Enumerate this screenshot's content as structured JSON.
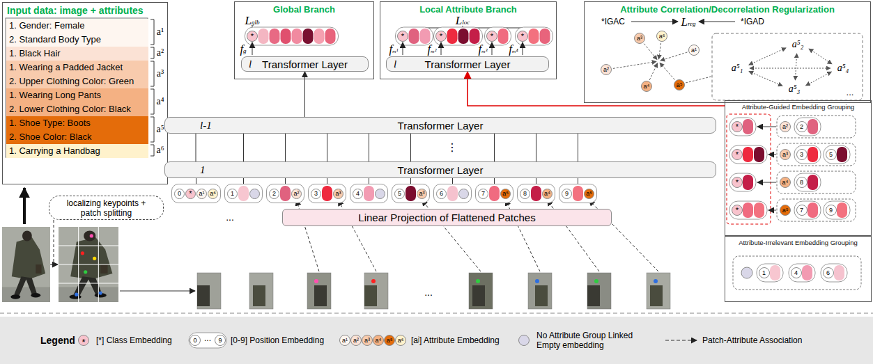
{
  "diagram": {
    "nodes": [
      {
        "text": [
          "Input data: image + attributes"
        ]
      },
      {
        "text": [
          "1. Gender: Female",
          "2. Standard Body Type"
        ],
        "in": 0
      },
      {
        "text": [
          "1. Black Hair"
        ],
        "in": 0
      },
      {
        "text": [
          "1. Wearing a Padded Jacket",
          "2. Upper Clothing Color: Green"
        ],
        "in": 0
      },
      {
        "text": [
          "1. Wearing Long Pants",
          "2. Lower Clothing Color: Black"
        ],
        "in": 0
      },
      {
        "text": [
          "1. Shoe Type: Boots",
          "2. Shoe Color: Black"
        ],
        "in": 0
      },
      {
        "text": [
          "1. Carrying a Handbag"
        ],
        "in": 0
      },
      {
        "text": [
          "localizing keypoints + patch splitting"
        ]
      },
      {
        "text": [
          "Global Branch"
        ]
      },
      {
        "text": [
          "l",
          "Transformer Layer"
        ],
        "in": 8
      },
      {
        "text": [
          "Local Attribute Branch"
        ]
      },
      {
        "text": [
          "l",
          "Transformer Layer"
        ],
        "in": 10
      },
      {
        "text": [
          "Attribute Correlation/Decorrelation Regularization"
        ]
      },
      {
        "text": [
          "l-1",
          "Transformer Layer"
        ]
      },
      {
        "text": [
          "1",
          "Transformer Layer"
        ]
      },
      {
        "text": [
          "Linear Projection of Flattened Patches"
        ]
      },
      {
        "text": [
          "0",
          "*",
          "a¹",
          "a⁶"
        ]
      },
      {
        "text": [
          "1"
        ]
      },
      {
        "text": [
          "2",
          "a²"
        ]
      },
      {
        "text": [
          "3",
          "a³"
        ]
      },
      {
        "text": [
          "4"
        ]
      },
      {
        "text": [
          "5",
          "a³"
        ]
      },
      {
        "text": [
          "6"
        ]
      },
      {
        "text": [
          "7",
          "a⁵"
        ]
      },
      {
        "text": [
          "8",
          "a⁴"
        ]
      },
      {
        "text": [
          "9",
          "a⁵"
        ]
      },
      {
        "text": [
          "Attribute-Guided Embedding Grouping"
        ]
      },
      {
        "text": [
          "Attribute-Irrelevant Embedding Grouping"
        ]
      },
      {
        "text": [
          "Legend"
        ]
      }
    ],
    "edges": [
      {
        "from": 16,
        "to": 14,
        "arrow": "none"
      },
      {
        "from": 17,
        "to": 14,
        "arrow": "none"
      },
      {
        "from": 18,
        "to": 14,
        "arrow": "none"
      },
      {
        "from": 19,
        "to": 14,
        "arrow": "none"
      },
      {
        "from": 20,
        "to": 14,
        "arrow": "none"
      },
      {
        "from": 21,
        "to": 14,
        "arrow": "none"
      },
      {
        "from": 22,
        "to": 14,
        "arrow": "none"
      },
      {
        "from": 23,
        "to": 14,
        "arrow": "none"
      },
      {
        "from": 24,
        "to": 14,
        "arrow": "none"
      },
      {
        "from": 25,
        "to": 14,
        "arrow": "none"
      },
      {
        "from": 14,
        "to": 13,
        "arrow": "none"
      },
      {
        "from": 13,
        "to": 9,
        "arrow": "to"
      },
      {
        "from": 26,
        "to": 11,
        "arrow": "to"
      }
    ],
    "labels": [
      "a¹",
      "a²",
      "a³",
      "a⁴",
      "a⁵",
      "a⁶",
      "Lglb",
      "*",
      "fg",
      "Lloc",
      "*",
      "*",
      "*",
      "*",
      "fₘ¹",
      "fₘ²",
      "fₘ³",
      "fₘ⁴",
      "*IGAC",
      "Lreg",
      "*IGAD",
      "a³",
      "a⁶",
      "a¹",
      "a²",
      "a⁴",
      "a⁵",
      "a⁵₂",
      "a⁵₁",
      "a⁵₄",
      "a⁵₃",
      "...",
      "⋮",
      "...",
      "...",
      "*",
      "a²",
      "2",
      "*",
      "a³",
      "3",
      "5",
      "*",
      "a⁴",
      "8",
      "*",
      "a⁵",
      "7",
      "9",
      "1",
      "4",
      "6",
      "*",
      "0",
      "...",
      "9",
      "a¹",
      "a²",
      "a³",
      "a⁴",
      "a⁵",
      "a⁶"
    ],
    "legend": [
      {
        "text": "[*] Class Embedding",
        "color": "#f8c3cd"
      },
      {
        "text": "[0-9] Position Embedding"
      },
      {
        "text": "[aʲ] Attribute Embedding"
      },
      {
        "text": "No Attribute Group Linked Empty embedding",
        "color": "#d9d7e8"
      },
      {
        "text": "Patch-Attribute Association"
      }
    ]
  }
}
